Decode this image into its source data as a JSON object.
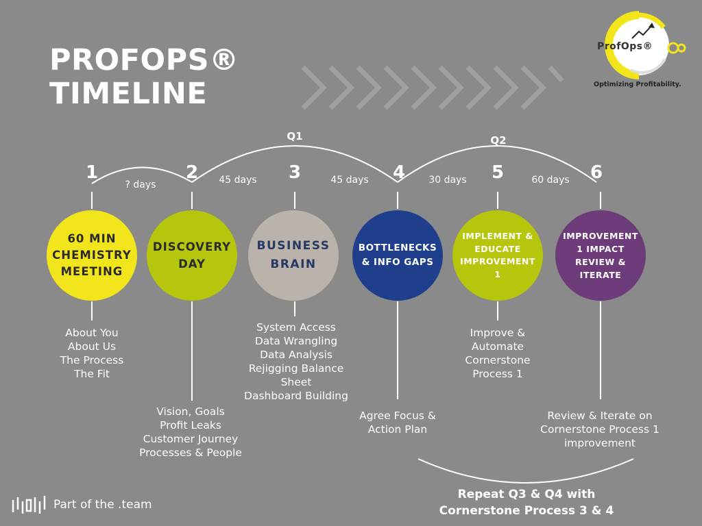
{
  "title": {
    "line1": "PROFOPS®",
    "line2": "TIMELINE"
  },
  "logo": {
    "word": "ProfOps®",
    "tagline": "Optimizing Profitability."
  },
  "quarters": [
    "Q1",
    "Q2"
  ],
  "steps": [
    {
      "num": "1",
      "lines": [
        "60 MIN",
        "CHEMISTRY",
        "MEETING"
      ],
      "color": "#f2e51c",
      "text_color": "#2b2b2b",
      "desc": [
        "About You",
        "About Us",
        "The Process",
        "The Fit"
      ]
    },
    {
      "num": "2",
      "lines": [
        "DISCOVERY",
        "DAY"
      ],
      "color": "#b5c60c",
      "text_color": "#2b2b2b",
      "desc": [
        "Vision, Goals",
        "Profit Leaks",
        "Customer Journey",
        "Processes & People"
      ]
    },
    {
      "num": "3",
      "lines": [
        "BUSINESS",
        "BRAIN"
      ],
      "color": "#b9b3ab",
      "text_color": "#253a63",
      "desc": [
        "System Access",
        "Data Wrangling",
        "Data Analysis",
        "Rejigging Balance",
        "Sheet",
        "Dashboard Building"
      ]
    },
    {
      "num": "4",
      "lines": [
        "BOTTLENECKS",
        "& INFO GAPS"
      ],
      "color": "#1f3f8c",
      "text_color": "#ffffff",
      "desc": [
        "Agree Focus &",
        "Action Plan"
      ]
    },
    {
      "num": "5",
      "lines": [
        "IMPLEMENT &",
        "EDUCATE",
        "IMPROVEMENT",
        "1"
      ],
      "color": "#b5c60c",
      "text_color": "#ffffff",
      "desc": [
        "Improve &",
        "Automate",
        "Cornerstone",
        "Process 1"
      ]
    },
    {
      "num": "6",
      "lines": [
        "IMPROVEMENT",
        "1 IMPACT",
        "REVIEW &",
        "ITERATE"
      ],
      "color": "#6d3b79",
      "text_color": "#ffffff",
      "desc": [
        "Review & Iterate on",
        "Cornerstone Process 1",
        "improvement"
      ]
    }
  ],
  "gaps": [
    "? days",
    "45 days",
    "45 days",
    "30 days",
    "60 days"
  ],
  "repeat": [
    "Repeat Q3 & Q4 with",
    "Cornerstone Process 3 & 4"
  ],
  "footer": {
    "text": "Part of the .team"
  },
  "colors": {
    "background": "#8a8a8a",
    "chevron": "#a0a0a0",
    "logo_ring": "#f2e51c"
  }
}
